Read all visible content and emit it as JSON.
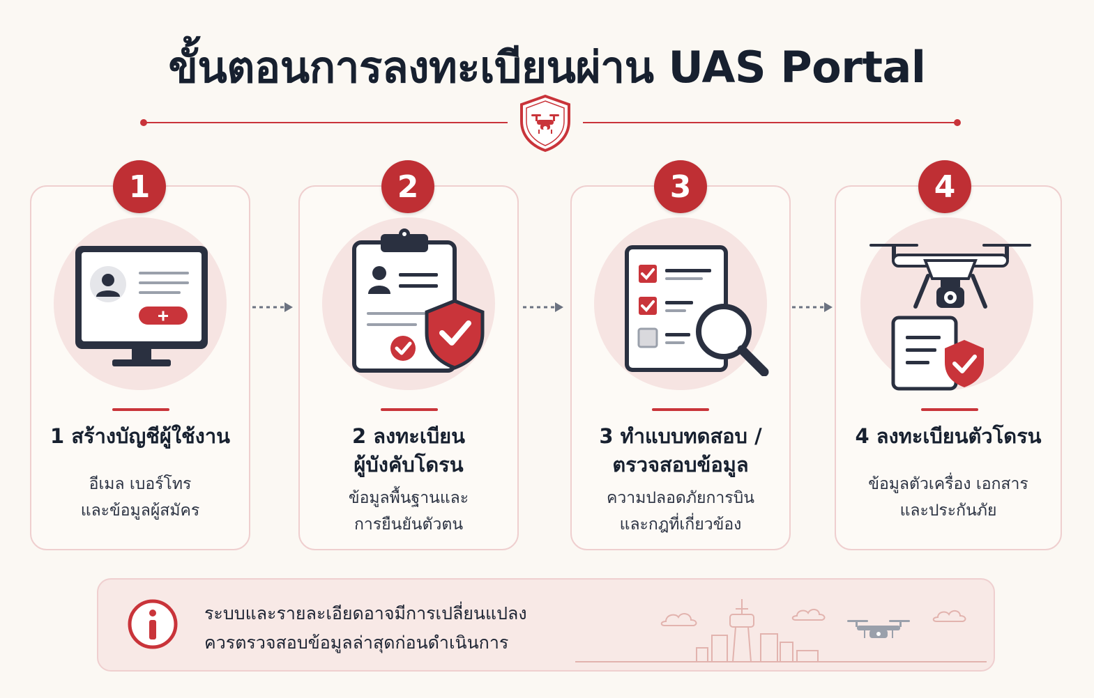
{
  "title": "ขั้นตอนการลงทะเบียนผ่าน UAS Portal",
  "colors": {
    "accent": "#c9343a",
    "badge": "#bf2f34",
    "dark": "#1d2433",
    "icon_bg": "#f6e4e2"
  },
  "steps": [
    {
      "number": "1",
      "title_lines": [
        "1 สร้างบัญชีผู้ใช้งาน"
      ],
      "desc_lines": [
        "อีเมล เบอร์โทร",
        "และข้อมูลผู้สมัคร"
      ],
      "icon": "computer-account-icon"
    },
    {
      "number": "2",
      "title_lines": [
        "2 ลงทะเบียน",
        "ผู้บังคับโดรน"
      ],
      "desc_lines": [
        "ข้อมูลพื้นฐานและ",
        "การยืนยันตัวตน"
      ],
      "icon": "clipboard-shield-icon"
    },
    {
      "number": "3",
      "title_lines": [
        "3 ทำแบบทดสอบ /",
        "ตรวจสอบข้อมูล"
      ],
      "desc_lines": [
        "ความปลอดภัยการบิน",
        "และกฎที่เกี่ยวข้อง"
      ],
      "icon": "checklist-magnifier-icon"
    },
    {
      "number": "4",
      "title_lines": [
        "4 ลงทะเบียนตัวโดรน"
      ],
      "desc_lines": [
        "ข้อมูลตัวเครื่อง เอกสาร",
        "และประกันภัย"
      ],
      "icon": "drone-document-icon"
    }
  ],
  "notice": {
    "lines": [
      "ระบบและรายละเอียดอาจมีการเปลี่ยนแปลง",
      "ควรตรวจสอบข้อมูลล่าสุดก่อนดำเนินการ"
    ],
    "icon": "info-icon"
  }
}
